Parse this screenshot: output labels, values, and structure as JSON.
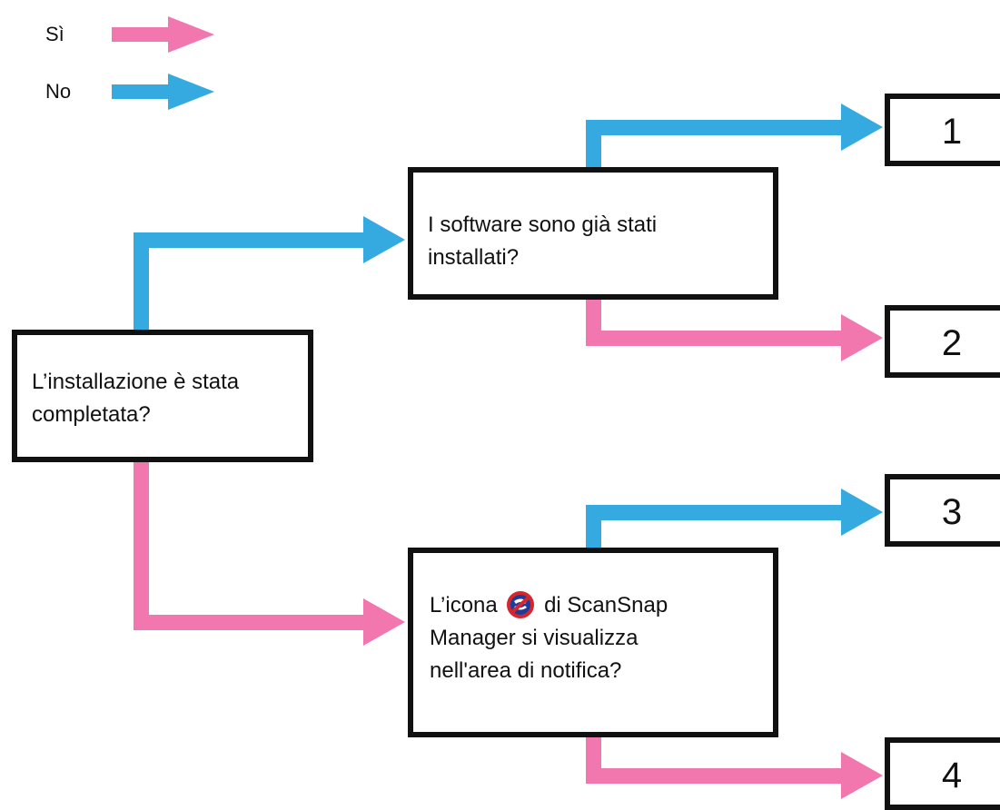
{
  "legend": {
    "yes_label": "Sì",
    "no_label": "No"
  },
  "colors": {
    "yes": "#F277AE",
    "no": "#35AAE0",
    "border": "#111111",
    "icon_red": "#D6262D",
    "icon_blue": "#1E3C9A"
  },
  "questions": {
    "installation": {
      "line1": "L’installazione è stata",
      "line2": "completata?"
    },
    "software": {
      "line1": "I software sono già stati",
      "line2": "installati?"
    },
    "icon": {
      "line1_before": "L’icona",
      "line1_after": "di ScanSnap",
      "line2": "Manager si visualizza",
      "line3": "nell'area di notifica?",
      "icon_name": "scansnap-manager-not-connected-icon"
    }
  },
  "outcomes": [
    "1",
    "2",
    "3",
    "4"
  ]
}
